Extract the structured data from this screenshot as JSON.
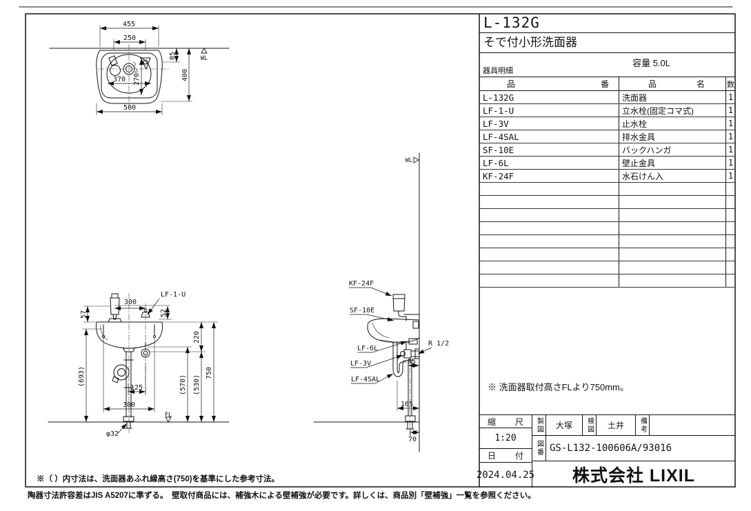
{
  "product": {
    "model": "L-132G",
    "name": "そで付小形洗面器",
    "capacity": "容量 5.0L",
    "parts_list_title": "器具明細"
  },
  "parts_table": {
    "headers": {
      "code_l": "品",
      "code_r": "番",
      "name_l": "品",
      "name_r": "名",
      "qty": "数"
    },
    "rows": [
      {
        "code": "L-132G",
        "name": "洗面器",
        "qty": "1"
      },
      {
        "code": "LF-1-U",
        "name": "立水栓(固定コマ式)",
        "qty": "1"
      },
      {
        "code": "LF-3V",
        "name": "止水栓",
        "qty": "1"
      },
      {
        "code": "LF-4SAL",
        "name": "排水金具",
        "qty": "1"
      },
      {
        "code": "SF-10E",
        "name": "バックハンガ",
        "qty": "1"
      },
      {
        "code": "LF-6L",
        "name": "壁止金具",
        "qty": "1"
      },
      {
        "code": "KF-24F",
        "name": "水石けん入",
        "qty": "1"
      }
    ]
  },
  "panel_note": "※ 洗面器取付高さFLより750mm。",
  "title_block": {
    "scale_label_l": "縮",
    "scale_label_r": "尺",
    "scale": "1:20",
    "date_label_l": "日",
    "date_label_r": "付",
    "date": "2024.04.25",
    "drafter_label": "製図",
    "drafter": "大塚",
    "checker_label": "検図",
    "checker": "土井",
    "remarks_label": "備考",
    "remarks": "",
    "drawing_no_label": "図番",
    "drawing_no": "GS-L132-100606A/93016",
    "company": "株式会社 LIXIL"
  },
  "footnotes": {
    "inner": "※（ ）内寸法は、洗面器あふれ縁高さ(750)を基準にした参考寸法。",
    "outer": "陶器寸法許容差はJIS A5207に準ずる。　壁取付商品には、補強木による壁補強が必要です。詳しくは、商品別「壁補強」一覧を参照ください。"
  },
  "plan_view": {
    "wall_marker": "WL",
    "dims": {
      "top_width": "455",
      "faucet_pitch": "250",
      "hole_offset": "85",
      "depth": "400",
      "basin_width": "370",
      "basin_depth": "270",
      "overall_width": "500"
    }
  },
  "front_view": {
    "part_label": "LF-1-U",
    "floor_marker": "FL",
    "dims": {
      "hole_pitch": "300",
      "spout_height": "57",
      "hole_height": "52",
      "rim_to_outlet": "220",
      "ref_height": "(693)",
      "trap_offset": "125",
      "bolt_pitch": "380",
      "valve_height": "(570)",
      "outlet_height": "(530)",
      "rim_height": "750",
      "pipe_diameter": "φ32"
    }
  },
  "side_view": {
    "wall_marker": "WL",
    "labels": {
      "soap_dispenser": "KF-24F",
      "back_hanger": "SF-10E",
      "wall_bracket": "LF-6L",
      "stop_valve": "LF-3V",
      "drain_fitting": "LF-4SAL",
      "thread": "R 1/2"
    },
    "dims": {
      "valve_to_wall": "85",
      "trap_to_wall": "165",
      "pipe_to_wall": "70"
    }
  }
}
